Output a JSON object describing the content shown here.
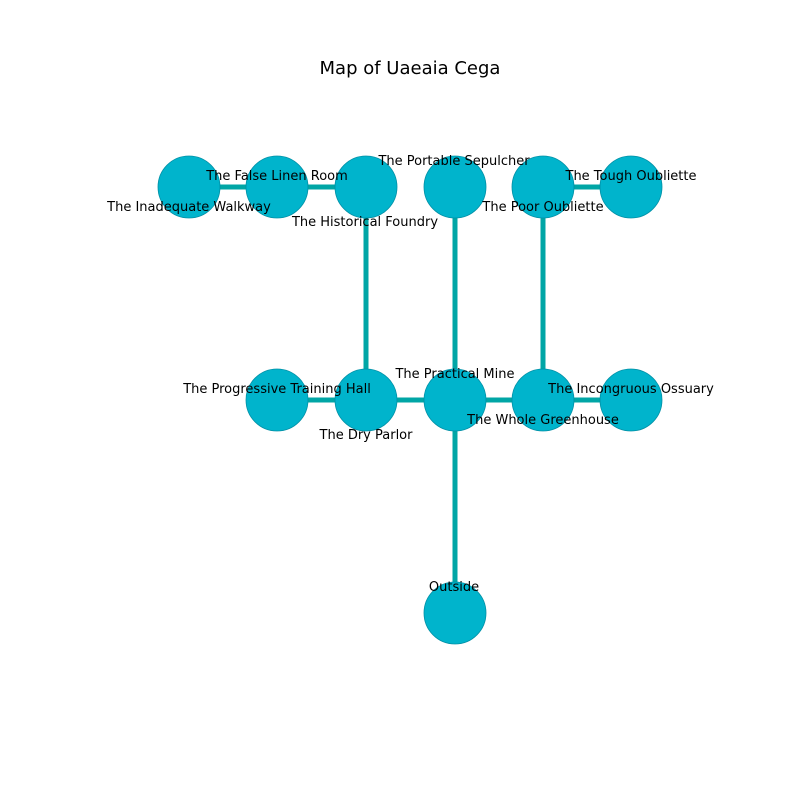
{
  "title": "Map of Uaeaia Cega",
  "colors": {
    "edge": "#00a6a6",
    "node": "#00b4cc",
    "node_stroke": "#0090a6"
  },
  "rooms": [
    {
      "id": "inadequate_walkway",
      "name": "The Inadequate Walkway",
      "col": 0,
      "row": 0
    },
    {
      "id": "false_linen_room",
      "name": "The False Linen Room",
      "col": 1,
      "row": 0
    },
    {
      "id": "historical_foundry",
      "name": "The Historical Foundry",
      "col": 2,
      "row": 0
    },
    {
      "id": "portable_sepulcher",
      "name": "The Portable Sepulcher",
      "col": 3,
      "row": 0
    },
    {
      "id": "poor_oubliette",
      "name": "The Poor Oubliette",
      "col": 4,
      "row": 0
    },
    {
      "id": "tough_oubliette",
      "name": "The Tough Oubliette",
      "col": 5,
      "row": 0
    },
    {
      "id": "progressive_training_hall",
      "name": "The Progressive Training Hall",
      "col": 1,
      "row": 1
    },
    {
      "id": "dry_parlor",
      "name": "The Dry Parlor",
      "col": 2,
      "row": 1
    },
    {
      "id": "practical_mine",
      "name": "The Practical Mine",
      "col": 3,
      "row": 1
    },
    {
      "id": "whole_greenhouse",
      "name": "The Whole Greenhouse",
      "col": 4,
      "row": 1
    },
    {
      "id": "incongruous_ossuary",
      "name": "The Incongruous Ossuary",
      "col": 5,
      "row": 1
    },
    {
      "id": "outside",
      "name": "Outside",
      "col": 3,
      "row": 2
    }
  ],
  "connections": [
    [
      "inadequate_walkway",
      "false_linen_room"
    ],
    [
      "false_linen_room",
      "historical_foundry"
    ],
    [
      "historical_foundry",
      "dry_parlor"
    ],
    [
      "portable_sepulcher",
      "practical_mine"
    ],
    [
      "poor_oubliette",
      "tough_oubliette"
    ],
    [
      "poor_oubliette",
      "whole_greenhouse"
    ],
    [
      "progressive_training_hall",
      "dry_parlor"
    ],
    [
      "dry_parlor",
      "practical_mine"
    ],
    [
      "practical_mine",
      "whole_greenhouse"
    ],
    [
      "whole_greenhouse",
      "incongruous_ossuary"
    ],
    [
      "practical_mine",
      "outside"
    ]
  ]
}
